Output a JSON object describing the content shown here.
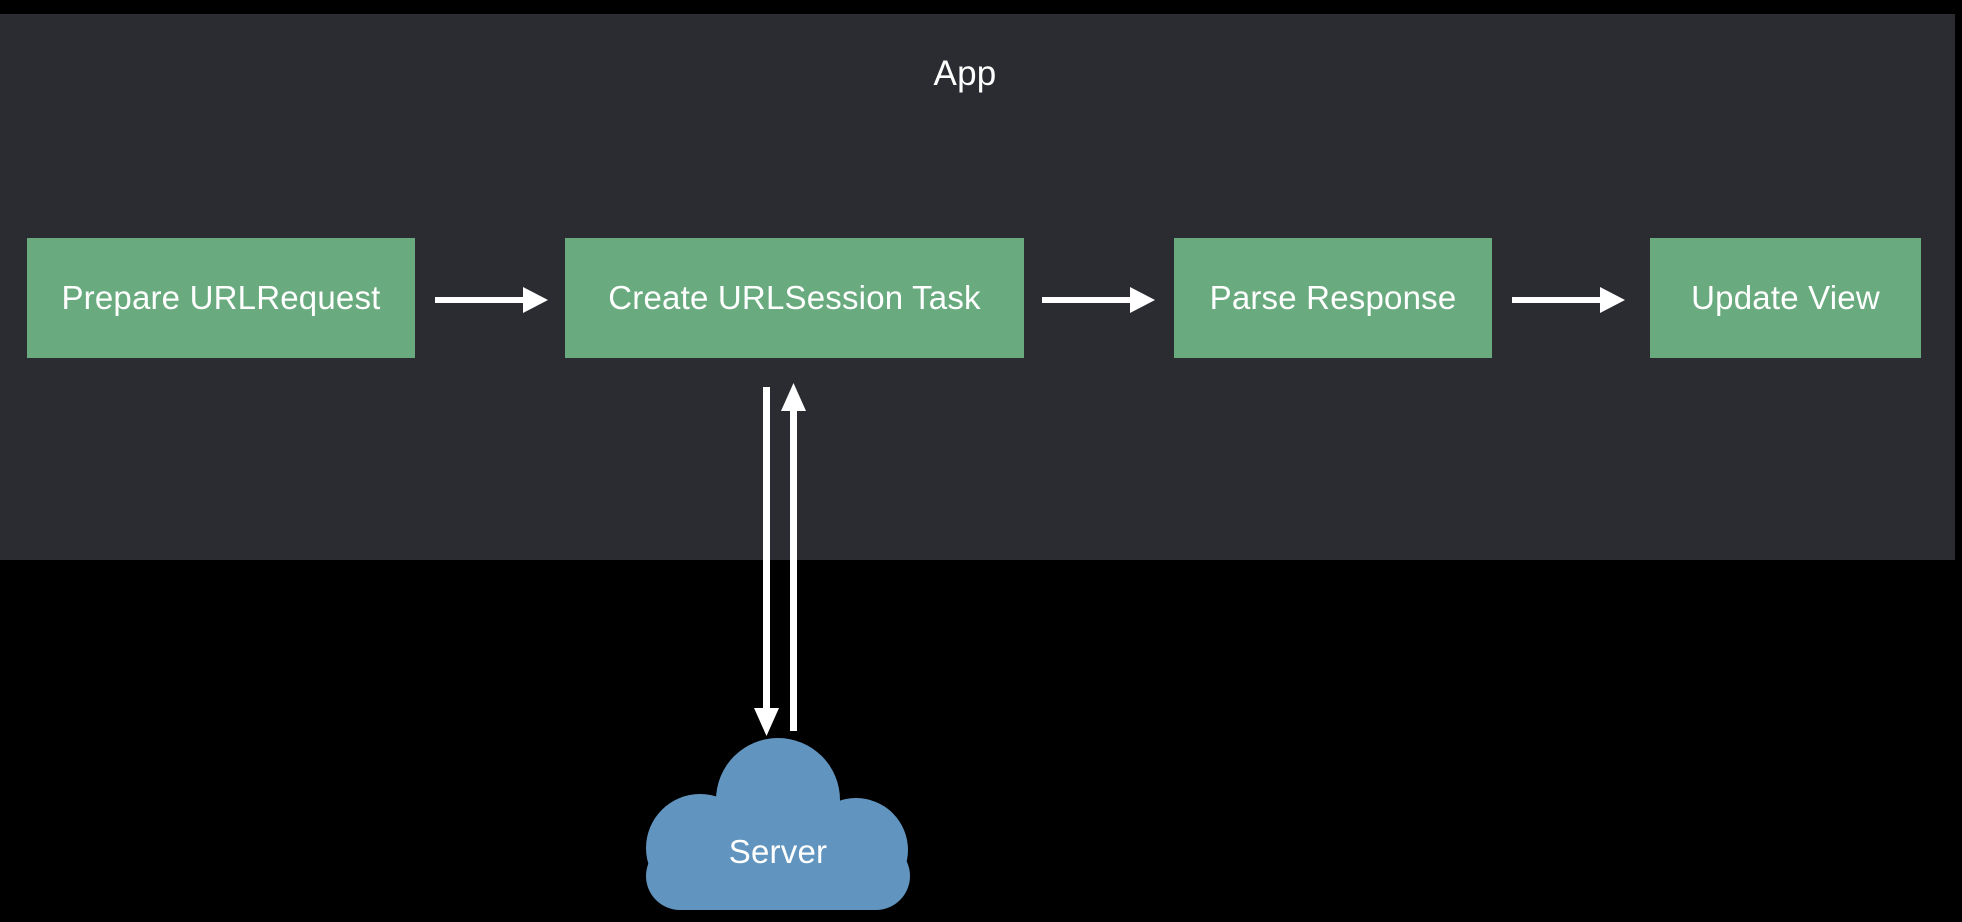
{
  "diagram": {
    "title": "App",
    "background_color": "#000000",
    "panel_color": "#2a2c31",
    "node_color": "#69ab7f",
    "cloud_color": "#6195bf",
    "stroke_color": "#ffffff",
    "nodes": [
      {
        "id": "prepare-urlrequest",
        "label": "Prepare URLRequest"
      },
      {
        "id": "create-urlsession-task",
        "label": "Create URLSession Task"
      },
      {
        "id": "parse-response",
        "label": "Parse Response"
      },
      {
        "id": "update-view",
        "label": "Update View"
      }
    ],
    "flow_arrows": [
      {
        "id": "arrow-prepare-to-create",
        "from": "Prepare URLRequest",
        "to": "Create URLSession Task",
        "direction": "right"
      },
      {
        "id": "arrow-create-to-parse",
        "from": "Create URLSession Task",
        "to": "Parse Response",
        "direction": "right"
      },
      {
        "id": "arrow-parse-to-update",
        "from": "Parse Response",
        "to": "Update View",
        "direction": "right"
      }
    ],
    "network_arrows": [
      {
        "id": "arrow-request-down",
        "from": "Create URLSession Task",
        "to": "Server",
        "direction": "down"
      },
      {
        "id": "arrow-response-up",
        "from": "Server",
        "to": "Create URLSession Task",
        "direction": "up"
      }
    ],
    "server": {
      "label": "Server",
      "shape": "cloud"
    }
  }
}
